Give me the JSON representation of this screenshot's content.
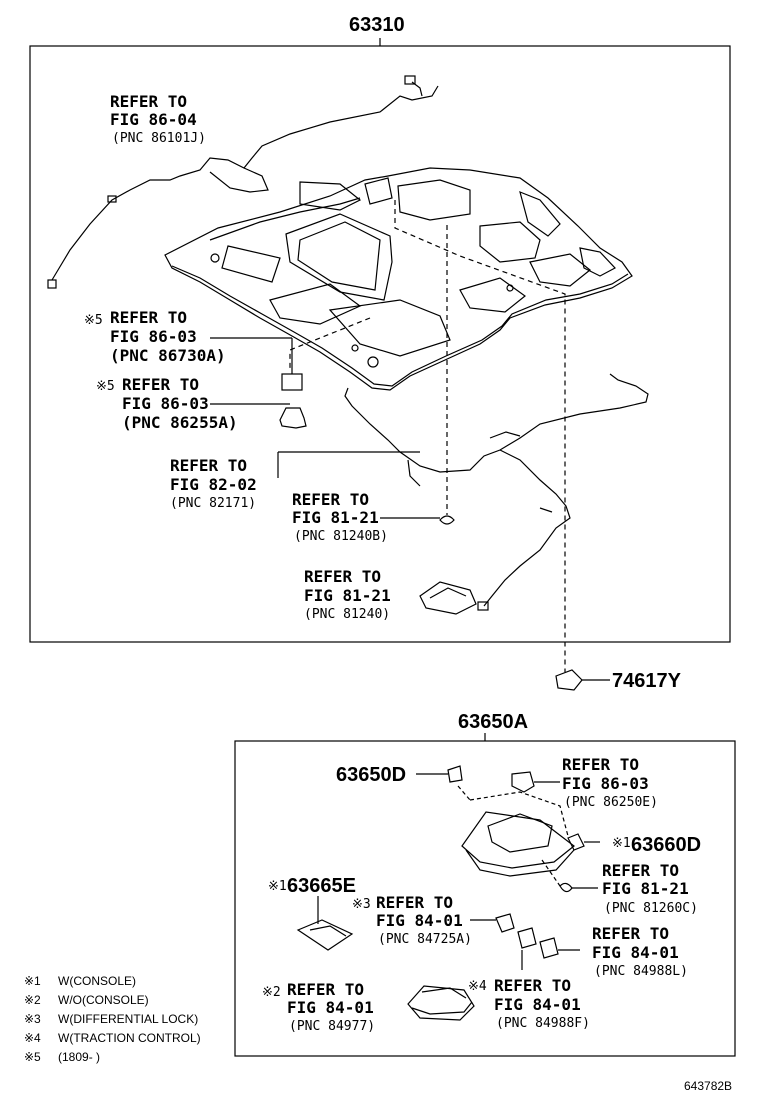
{
  "parts": {
    "headliner": "63310",
    "clip": "74617Y",
    "console_assy": "63650A",
    "console_box": "63650D",
    "bulb": "63660D",
    "cover": "63665E"
  },
  "marks": {
    "n1": "※1",
    "n2": "※2",
    "n3": "※3",
    "n4": "※4",
    "n5": "※5"
  },
  "refs": {
    "r1": {
      "l1": "REFER TO",
      "l2": "FIG 86-04",
      "l3": "(PNC 86101J)"
    },
    "r2": {
      "l1": "REFER TO",
      "l2": "FIG 86-03",
      "l3": "(PNC 86730A)"
    },
    "r3": {
      "l1": "REFER TO",
      "l2": "FIG 86-03",
      "l3": "(PNC 86255A)"
    },
    "r4": {
      "l1": "REFER TO",
      "l2": "FIG 82-02",
      "l3": "(PNC 82171)"
    },
    "r5": {
      "l1": "REFER TO",
      "l2": "FIG 81-21",
      "l3": "(PNC 81240B)"
    },
    "r6": {
      "l1": "REFER TO",
      "l2": "FIG 81-21",
      "l3": "(PNC 81240)"
    },
    "r7": {
      "l1": "REFER TO",
      "l2": "FIG 86-03",
      "l3": "(PNC 86250E)"
    },
    "r8": {
      "l1": "REFER TO",
      "l2": "FIG 81-21",
      "l3": "(PNC 81260C)"
    },
    "r9": {
      "l1": "REFER TO",
      "l2": "FIG 84-01",
      "l3": "(PNC 84725A)"
    },
    "r10": {
      "l1": "REFER TO",
      "l2": "FIG 84-01",
      "l3": "(PNC 84988L)"
    },
    "r11": {
      "l1": "REFER TO",
      "l2": "FIG 84-01",
      "l3": "(PNC 84977)"
    },
    "r12": {
      "l1": "REFER TO",
      "l2": "FIG 84-01",
      "l3": "(PNC 84988F)"
    }
  },
  "legend": [
    {
      "mark": "※1",
      "text": "W(CONSOLE)"
    },
    {
      "mark": "※2",
      "text": "W/O(CONSOLE)"
    },
    {
      "mark": "※3",
      "text": "W(DIFFERENTIAL LOCK)"
    },
    {
      "mark": "※4",
      "text": "W(TRACTION CONTROL)"
    },
    {
      "mark": "※5",
      "text": "(1809-      )"
    }
  ],
  "figure_id": "643782B"
}
